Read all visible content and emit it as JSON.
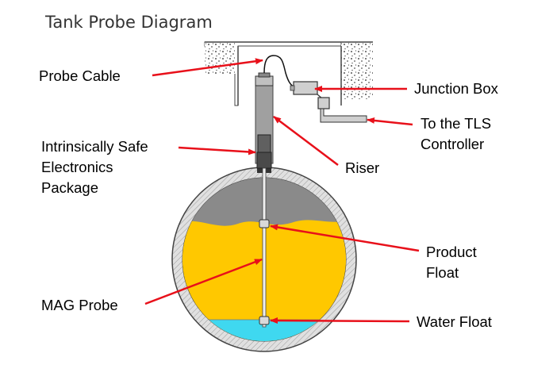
{
  "title": "Tank Probe Diagram",
  "labels": {
    "probe_cable": "Probe Cable",
    "junction_box": "Junction Box",
    "tls_line1": "To the TLS",
    "tls_line2": "Controller",
    "electronics_line1": "Intrinsically Safe",
    "electronics_line2": "Electronics",
    "electronics_line3": "Package",
    "riser": "Riser",
    "product_float_line1": "Product",
    "product_float_line2": "Float",
    "mag_probe": "MAG Probe",
    "water_float": "Water Float"
  },
  "colors": {
    "arrow": "#e8101a",
    "product": "#ffc800",
    "vapor": "#8a8a8a",
    "water": "#3fd8f0",
    "tank_wall": "#c8c8c8",
    "soil": "#555555",
    "title_text": "#333333"
  }
}
